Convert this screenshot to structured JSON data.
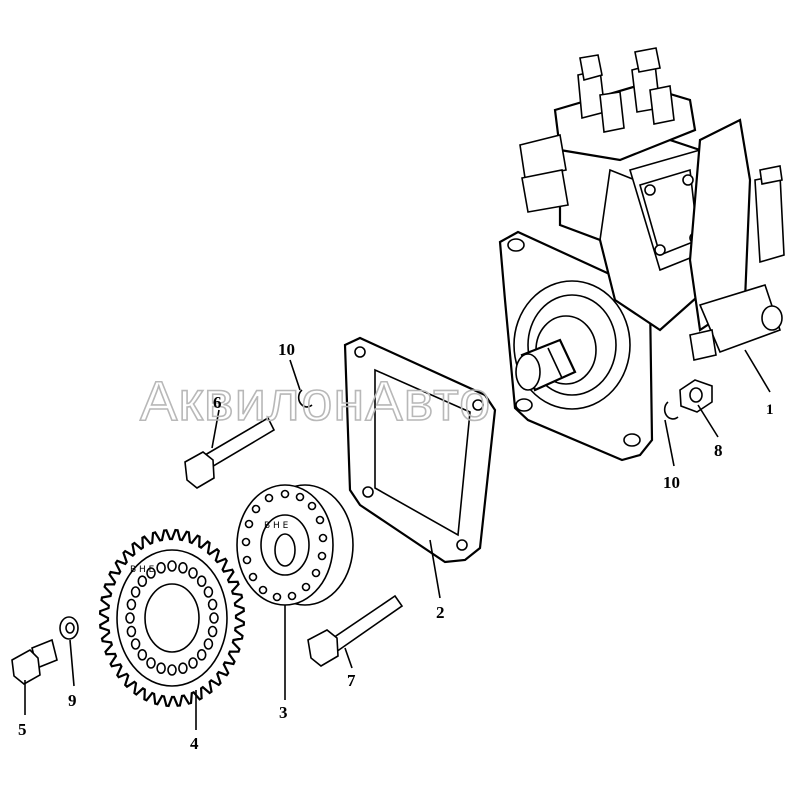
{
  "watermark": "АквилонАвто",
  "callouts": {
    "p1": "1",
    "p2": "2",
    "p3": "3",
    "p4": "4",
    "p5": "5",
    "p6": "6",
    "p7": "7",
    "p8": "8",
    "p9": "9",
    "p10a": "10",
    "p10b": "10"
  },
  "gear_marks": {
    "gear_letters": "В Н Е",
    "hub_letters": "В Н Е"
  }
}
